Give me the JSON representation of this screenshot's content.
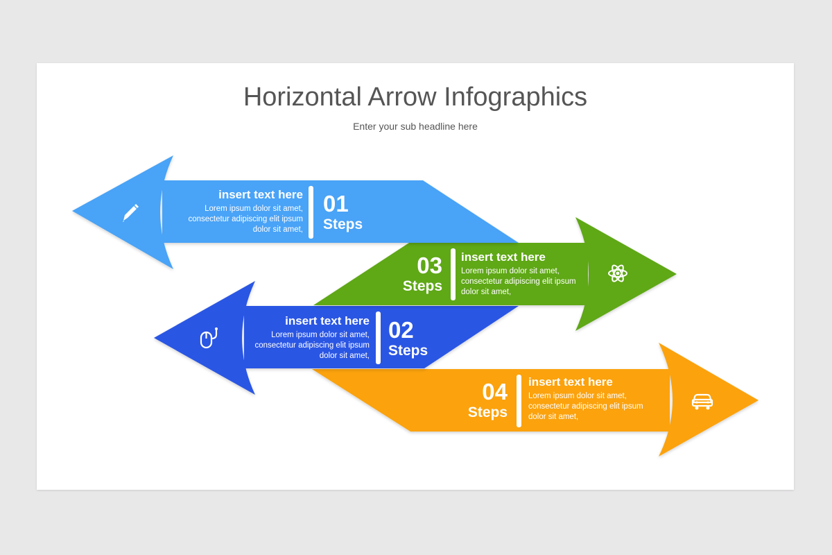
{
  "title": "Horizontal Arrow Infographics",
  "subtitle": "Enter your sub headline here",
  "colors": {
    "blue_light": "#4aa3f7",
    "green": "#5fa819",
    "blue_dark": "#2b57e4",
    "orange": "#fba209",
    "background": "#e9e8e9",
    "slide": "#ffffff"
  },
  "steps": [
    {
      "id": "01",
      "number": "01",
      "steps_label": "Steps",
      "heading": "insert text here",
      "body": [
        "Lorem ipsum dolor sit amet,",
        "consectetur adipiscing elit ipsum",
        "dolor sit amet,"
      ],
      "icon": "pencil-icon",
      "direction": "left"
    },
    {
      "id": "03",
      "number": "03",
      "steps_label": "Steps",
      "heading": "insert text here",
      "body": [
        "Lorem ipsum dolor sit amet,",
        "consectetur adipiscing elit ipsum",
        "dolor sit amet,"
      ],
      "icon": "atom-icon",
      "direction": "right"
    },
    {
      "id": "02",
      "number": "02",
      "steps_label": "Steps",
      "heading": "insert text here",
      "body": [
        "Lorem ipsum dolor sit amet,",
        "consectetur adipiscing elit ipsum",
        "dolor sit amet,"
      ],
      "icon": "mouse-icon",
      "direction": "left"
    },
    {
      "id": "04",
      "number": "04",
      "steps_label": "Steps",
      "heading": "insert text here",
      "body": [
        "Lorem ipsum dolor sit amet,",
        "consectetur adipiscing elit ipsum",
        "dolor sit amet,"
      ],
      "icon": "car-icon",
      "direction": "right"
    }
  ]
}
